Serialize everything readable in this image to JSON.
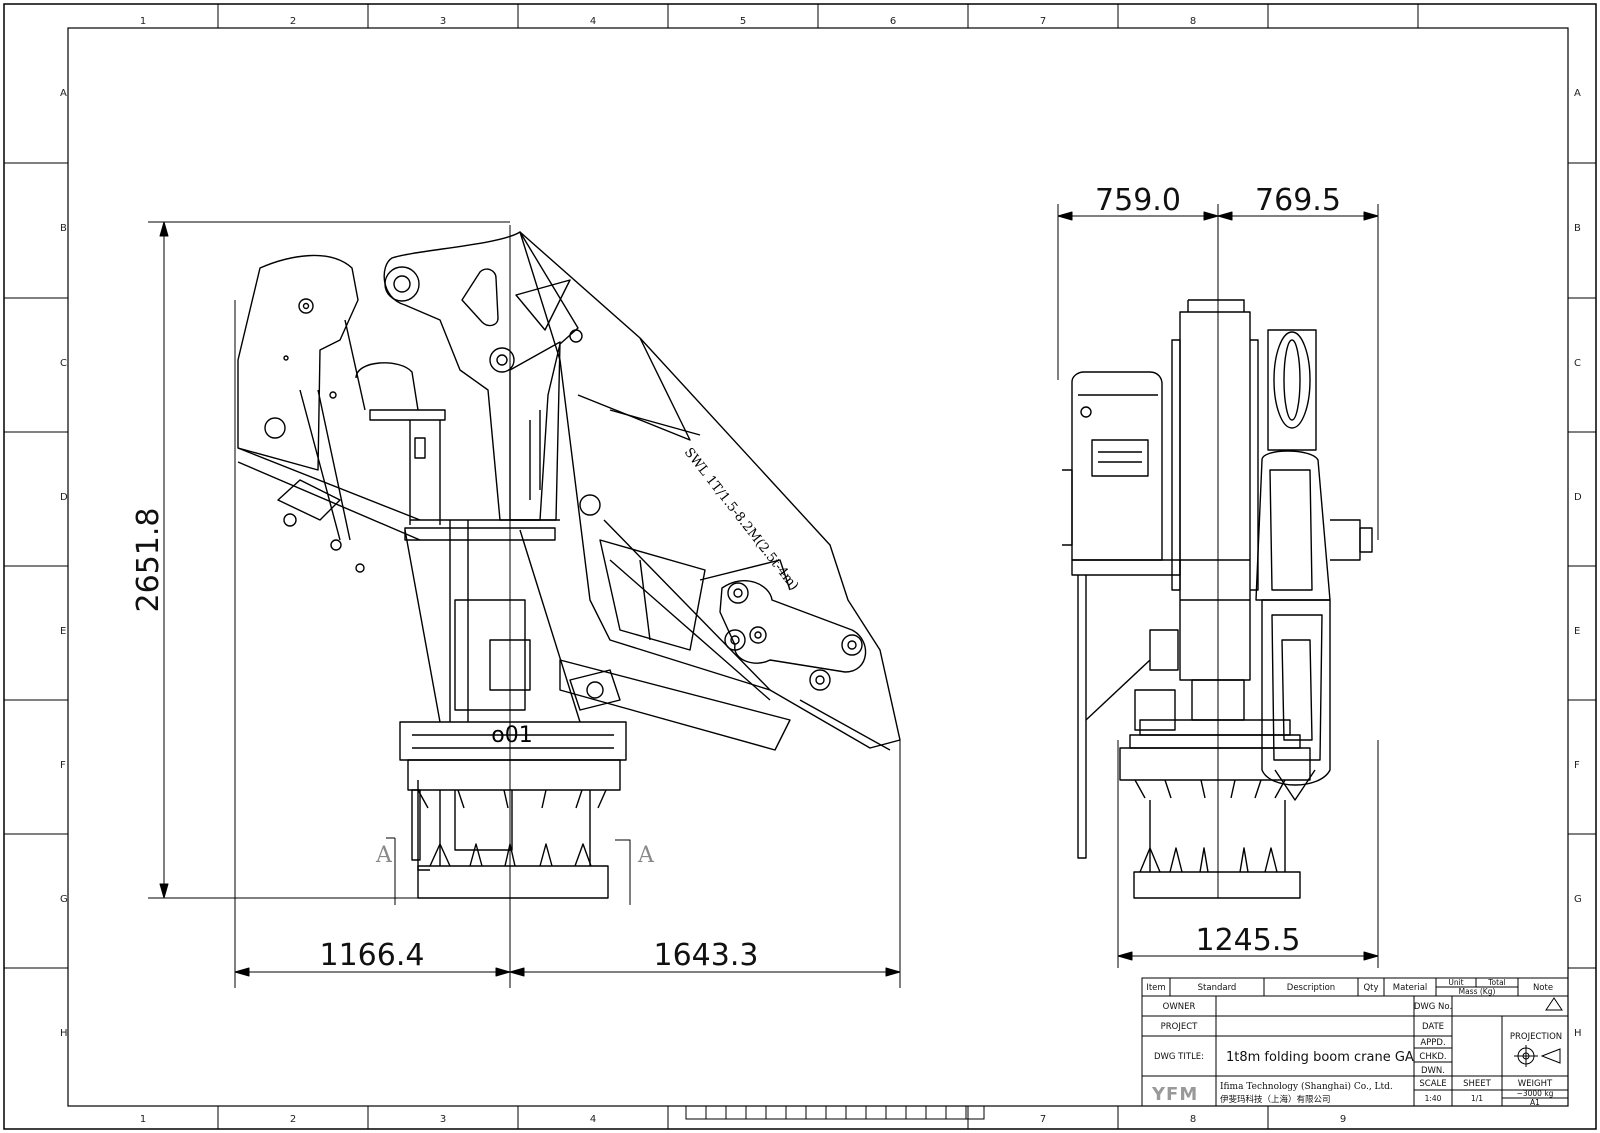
{
  "zones": {
    "columns": [
      "1",
      "2",
      "3",
      "4",
      "5",
      "6",
      "7",
      "8"
    ],
    "bottom_columns": [
      "1",
      "2",
      "3",
      "4",
      "7",
      "8",
      "9"
    ],
    "rows": [
      "A",
      "B",
      "C",
      "D",
      "E",
      "F",
      "G",
      "H"
    ]
  },
  "side_view": {
    "height": "2651.8",
    "left_width": "1166.4",
    "right_width": "1643.3",
    "slew_label": "o01",
    "section_mark": "A",
    "boom_label": "SWL 1T/1.5-8.2M(2.5t-4m)"
  },
  "front_view": {
    "left_width": "759.0",
    "right_width": "769.5",
    "base_width": "1245.5"
  },
  "title_block": {
    "headers": [
      "Item",
      "Standard",
      "Description",
      "Qty",
      "Material",
      "Unit",
      "Total",
      "Mass (Kg)",
      "Note"
    ],
    "owner_label": "OWNER",
    "project_label": "PROJECT",
    "dwg_title_label": "DWG TITLE:",
    "dwg_title": "1t8m folding boom crane GA",
    "company_en": "Ifima Technology (Shanghai) Co., Ltd.",
    "company_cn": "伊斐玛科技（上海）有限公司",
    "logo": "YFM",
    "dwg_no_label": "DWG No.",
    "date_label": "DATE",
    "appd_label": "APPD.",
    "chkd_label": "CHKD.",
    "dwn_label": "DWN.",
    "projection_label": "PROJECTION",
    "scale_label": "SCALE",
    "scale_value": "1:40",
    "sheet_label": "SHEET",
    "sheet_value": "1/1",
    "weight_label": "WEIGHT",
    "weight_value": "~3000 kg",
    "size_value": "A1"
  }
}
